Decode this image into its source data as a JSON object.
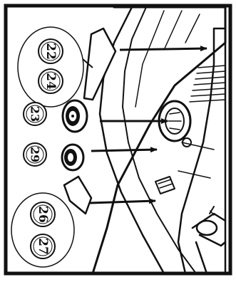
{
  "callouts": [
    {
      "label": "22"
    },
    {
      "label": "24"
    },
    {
      "label": "23"
    },
    {
      "label": "29"
    },
    {
      "label": "26"
    },
    {
      "label": "27"
    }
  ]
}
